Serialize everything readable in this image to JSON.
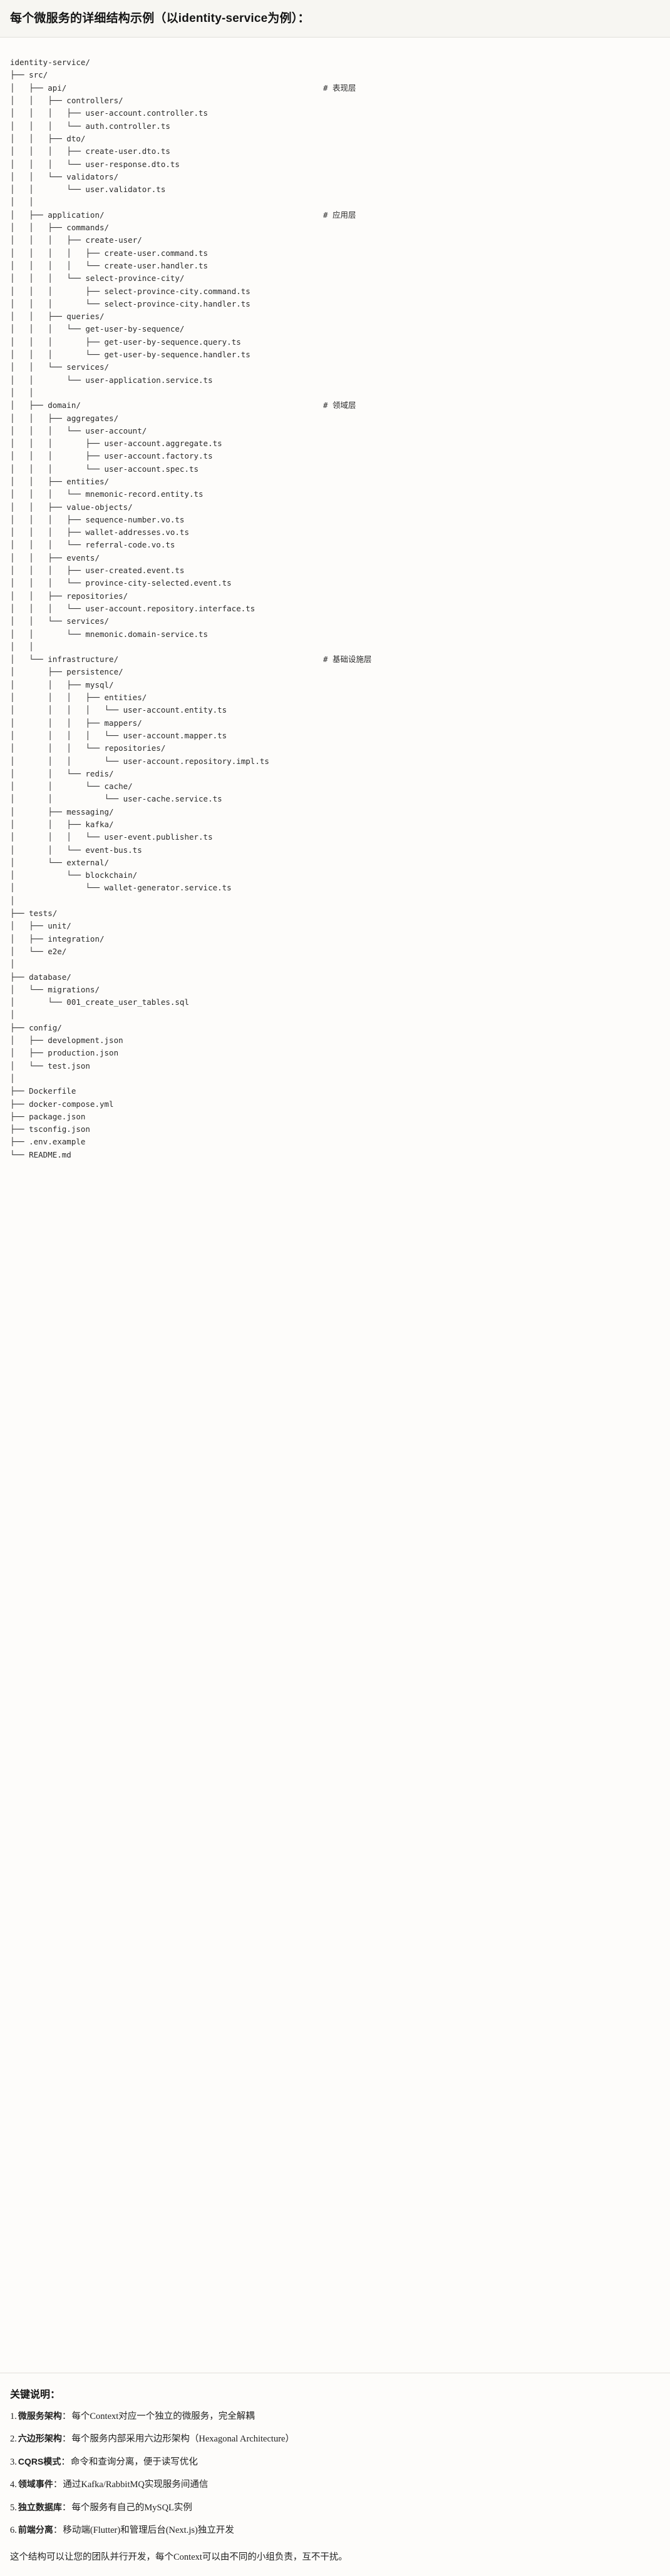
{
  "header": {
    "title": "每个微服务的详细结构示例（以identity-service为例）："
  },
  "tree": {
    "root": "identity-service/",
    "lines": [
      {
        "path": "identity-service/",
        "comment": ""
      },
      {
        "path": "├── src/",
        "comment": ""
      },
      {
        "path": "│   ├── api/",
        "comment": "# 表现层"
      },
      {
        "path": "│   │   ├── controllers/",
        "comment": ""
      },
      {
        "path": "│   │   │   ├── user-account.controller.ts",
        "comment": ""
      },
      {
        "path": "│   │   │   └── auth.controller.ts",
        "comment": ""
      },
      {
        "path": "│   │   ├── dto/",
        "comment": ""
      },
      {
        "path": "│   │   │   ├── create-user.dto.ts",
        "comment": ""
      },
      {
        "path": "│   │   │   └── user-response.dto.ts",
        "comment": ""
      },
      {
        "path": "│   │   └── validators/",
        "comment": ""
      },
      {
        "path": "│   │       └── user.validator.ts",
        "comment": ""
      },
      {
        "path": "│   │",
        "comment": ""
      },
      {
        "path": "│   ├── application/",
        "comment": "# 应用层"
      },
      {
        "path": "│   │   ├── commands/",
        "comment": ""
      },
      {
        "path": "│   │   │   ├── create-user/",
        "comment": ""
      },
      {
        "path": "│   │   │   │   ├── create-user.command.ts",
        "comment": ""
      },
      {
        "path": "│   │   │   │   └── create-user.handler.ts",
        "comment": ""
      },
      {
        "path": "│   │   │   └── select-province-city/",
        "comment": ""
      },
      {
        "path": "│   │   │       ├── select-province-city.command.ts",
        "comment": ""
      },
      {
        "path": "│   │   │       └── select-province-city.handler.ts",
        "comment": ""
      },
      {
        "path": "│   │   ├── queries/",
        "comment": ""
      },
      {
        "path": "│   │   │   └── get-user-by-sequence/",
        "comment": ""
      },
      {
        "path": "│   │   │       ├── get-user-by-sequence.query.ts",
        "comment": ""
      },
      {
        "path": "│   │   │       └── get-user-by-sequence.handler.ts",
        "comment": ""
      },
      {
        "path": "│   │   └── services/",
        "comment": ""
      },
      {
        "path": "│   │       └── user-application.service.ts",
        "comment": ""
      },
      {
        "path": "│   │",
        "comment": ""
      },
      {
        "path": "│   ├── domain/",
        "comment": "# 领域层"
      },
      {
        "path": "│   │   ├── aggregates/",
        "comment": ""
      },
      {
        "path": "│   │   │   └── user-account/",
        "comment": ""
      },
      {
        "path": "│   │   │       ├── user-account.aggregate.ts",
        "comment": ""
      },
      {
        "path": "│   │   │       ├── user-account.factory.ts",
        "comment": ""
      },
      {
        "path": "│   │   │       └── user-account.spec.ts",
        "comment": ""
      },
      {
        "path": "│   │   ├── entities/",
        "comment": ""
      },
      {
        "path": "│   │   │   └── mnemonic-record.entity.ts",
        "comment": ""
      },
      {
        "path": "│   │   ├── value-objects/",
        "comment": ""
      },
      {
        "path": "│   │   │   ├── sequence-number.vo.ts",
        "comment": ""
      },
      {
        "path": "│   │   │   ├── wallet-addresses.vo.ts",
        "comment": ""
      },
      {
        "path": "│   │   │   └── referral-code.vo.ts",
        "comment": ""
      },
      {
        "path": "│   │   ├── events/",
        "comment": ""
      },
      {
        "path": "│   │   │   ├── user-created.event.ts",
        "comment": ""
      },
      {
        "path": "│   │   │   └── province-city-selected.event.ts",
        "comment": ""
      },
      {
        "path": "│   │   ├── repositories/",
        "comment": ""
      },
      {
        "path": "│   │   │   └── user-account.repository.interface.ts",
        "comment": ""
      },
      {
        "path": "│   │   └── services/",
        "comment": ""
      },
      {
        "path": "│   │       └── mnemonic.domain-service.ts",
        "comment": ""
      },
      {
        "path": "│   │",
        "comment": ""
      },
      {
        "path": "│   └── infrastructure/",
        "comment": "# 基础设施层"
      },
      {
        "path": "│       ├── persistence/",
        "comment": ""
      },
      {
        "path": "│       │   ├── mysql/",
        "comment": ""
      },
      {
        "path": "│       │   │   ├── entities/",
        "comment": ""
      },
      {
        "path": "│       │   │   │   └── user-account.entity.ts",
        "comment": ""
      },
      {
        "path": "│       │   │   ├── mappers/",
        "comment": ""
      },
      {
        "path": "│       │   │   │   └── user-account.mapper.ts",
        "comment": ""
      },
      {
        "path": "│       │   │   └── repositories/",
        "comment": ""
      },
      {
        "path": "│       │   │       └── user-account.repository.impl.ts",
        "comment": ""
      },
      {
        "path": "│       │   └── redis/",
        "comment": ""
      },
      {
        "path": "│       │       └── cache/",
        "comment": ""
      },
      {
        "path": "│       │           └── user-cache.service.ts",
        "comment": ""
      },
      {
        "path": "│       ├── messaging/",
        "comment": ""
      },
      {
        "path": "│       │   ├── kafka/",
        "comment": ""
      },
      {
        "path": "│       │   │   └── user-event.publisher.ts",
        "comment": ""
      },
      {
        "path": "│       │   └── event-bus.ts",
        "comment": ""
      },
      {
        "path": "│       └── external/",
        "comment": ""
      },
      {
        "path": "│           └── blockchain/",
        "comment": ""
      },
      {
        "path": "│               └── wallet-generator.service.ts",
        "comment": ""
      },
      {
        "path": "│",
        "comment": ""
      },
      {
        "path": "├── tests/",
        "comment": ""
      },
      {
        "path": "│   ├── unit/",
        "comment": ""
      },
      {
        "path": "│   ├── integration/",
        "comment": ""
      },
      {
        "path": "│   └── e2e/",
        "comment": ""
      },
      {
        "path": "│",
        "comment": ""
      },
      {
        "path": "├── database/",
        "comment": ""
      },
      {
        "path": "│   └── migrations/",
        "comment": ""
      },
      {
        "path": "│       └── 001_create_user_tables.sql",
        "comment": ""
      },
      {
        "path": "│",
        "comment": ""
      },
      {
        "path": "├── config/",
        "comment": ""
      },
      {
        "path": "│   ├── development.json",
        "comment": ""
      },
      {
        "path": "│   ├── production.json",
        "comment": ""
      },
      {
        "path": "│   └── test.json",
        "comment": ""
      },
      {
        "path": "│",
        "comment": ""
      },
      {
        "path": "├── Dockerfile",
        "comment": ""
      },
      {
        "path": "├── docker-compose.yml",
        "comment": ""
      },
      {
        "path": "├── package.json",
        "comment": ""
      },
      {
        "path": "├── tsconfig.json",
        "comment": ""
      },
      {
        "path": "├── .env.example",
        "comment": ""
      },
      {
        "path": "└── README.md",
        "comment": ""
      }
    ]
  },
  "notes": {
    "title": "关键说明：",
    "items": [
      {
        "num": "1.",
        "term": "微服务架构",
        "sep": "：",
        "desc": "每个Context对应一个独立的微服务，完全解耦"
      },
      {
        "num": "2.",
        "term": "六边形架构",
        "sep": "：",
        "desc": "每个服务内部采用六边形架构（Hexagonal Architecture）"
      },
      {
        "num": "3.",
        "term": "CQRS模式",
        "sep": "：",
        "desc": "命令和查询分离，便于读写优化"
      },
      {
        "num": "4.",
        "term": "领域事件",
        "sep": "：",
        "desc": "通过Kafka/RabbitMQ实现服务间通信"
      },
      {
        "num": "5.",
        "term": "独立数据库",
        "sep": "：",
        "desc": "每个服务有自己的MySQL实例"
      },
      {
        "num": "6.",
        "term": "前端分离",
        "sep": "：",
        "desc": "移动端(Flutter)和管理后台(Next.js)独立开发"
      }
    ],
    "closing": "这个结构可以让您的团队并行开发，每个Context可以由不同的小组负责，互不干扰。"
  },
  "colors": {
    "page_background": "#fdfcfa",
    "header_background": "#f7f6f2",
    "text": "#1f1f1f",
    "tree_text": "#2a2a2a",
    "divider": "#e2e0da"
  }
}
